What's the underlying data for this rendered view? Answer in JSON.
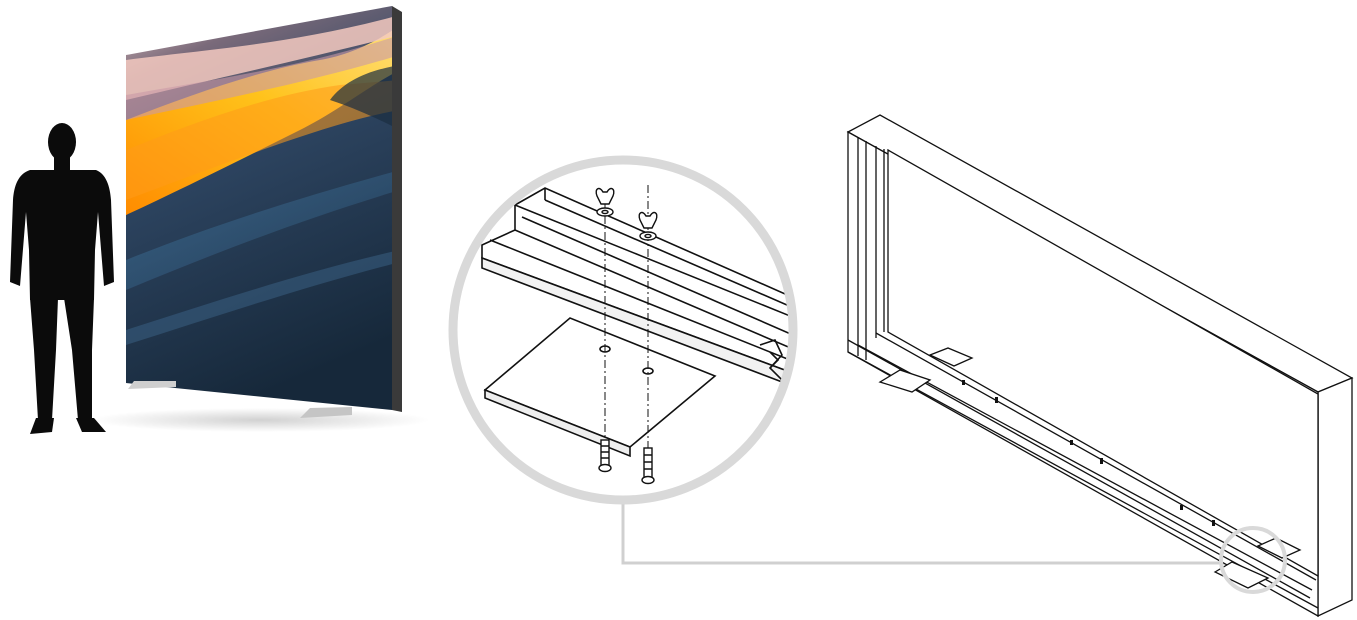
{
  "figure": {
    "panels": [
      {
        "id": "display-scene",
        "depicts": "person-silhouette-next-to-freestanding-graphic-display"
      },
      {
        "id": "detail-callout",
        "depicts": "zoomed-foot-attachment-with-wing-nuts-and-bolts"
      },
      {
        "id": "frame-drawing",
        "depicts": "isometric-line-drawing-of-display-frame"
      }
    ],
    "colors": {
      "silhouette": "#0b0b0b",
      "graphic_dark": "#1f3247",
      "graphic_orange": "#f39a12",
      "graphic_pink": "#f0c8c0",
      "frame_edge": "#3a3a3a",
      "callout_ring": "#d9d9d9",
      "leader_line": "#d0d0d0",
      "line_art": "#111111"
    },
    "hardware": {
      "wing_nut_count": 2,
      "bolt_count": 2
    }
  }
}
